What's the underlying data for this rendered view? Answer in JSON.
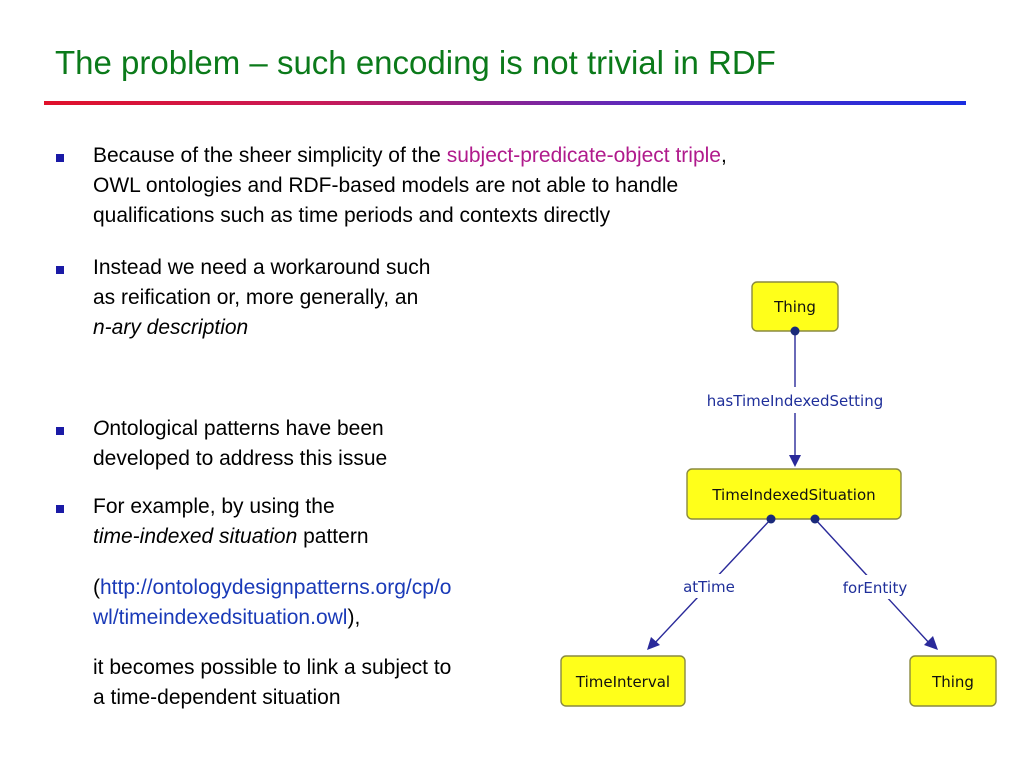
{
  "slide": {
    "title": "The problem – such encoding is not trivial in RDF",
    "bullets": [
      {
        "line1_pre": "Because of the sheer simplicity of the ",
        "line1_highlight": "subject-predicate-object triple",
        "line1_post": ",",
        "line2": "OWL ontologies and RDF-based models are not able to handle",
        "line3": "qualifications such as time periods and contexts directly"
      },
      {
        "line1": "Instead we need a workaround such",
        "line2": "as reification or, more generally, an",
        "line3_italic": "n-ary description"
      },
      {
        "line1_italic": "O",
        "line1_rest": "ntological patterns have been",
        "line2": "developed to address this issue"
      },
      {
        "line1": "For example, by using the",
        "line2_italic": "time-indexed situation",
        "line2_rest": " pattern",
        "para2_open": "(",
        "link_line1": "http://ontologydesignpatterns.org/cp/o",
        "link_line2": "wl/timeindexedsituation.owl",
        "para2_close": "),",
        "para3_line1": "it becomes possible to link a subject to",
        "para3_line2": "a time-dependent situation"
      }
    ]
  },
  "diagram": {
    "nodes": {
      "thing_top": "Thing",
      "situation": "TimeIndexedSituation",
      "interval": "TimeInterval",
      "thing_right": "Thing"
    },
    "edges": {
      "has_setting": "hasTimeIndexedSetting",
      "at_time": "atTime",
      "for_entity": "forEntity"
    }
  },
  "colors": {
    "title": "#0b7a1a",
    "highlight": "#b01a8c",
    "link": "#1a3ab8",
    "node_fill": "#ffff1a",
    "edge": "#2a2a9a"
  }
}
